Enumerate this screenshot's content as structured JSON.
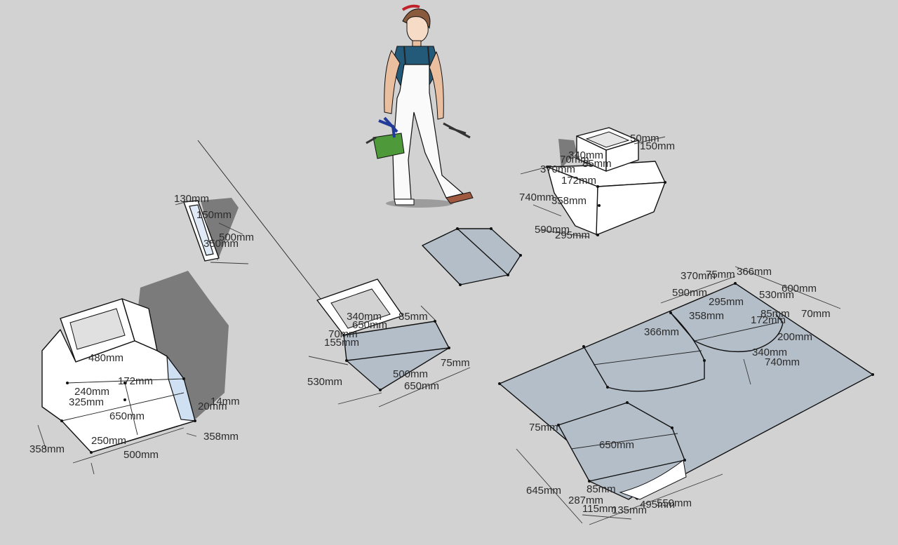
{
  "model": {
    "dimensions": {
      "rt_ctr": {
        "d1": "50mm",
        "d2": "150mm",
        "d3": "340mm",
        "d4": "70mm",
        "d5": "85mm",
        "d6": "370mm",
        "d7": "172mm",
        "d8": "740mm",
        "d9": "358mm",
        "d10": "590mm",
        "d11": "295mm"
      },
      "wedge": {
        "d1": "130mm",
        "d2": "150mm",
        "d3": "500mm",
        "d4": "350mm"
      },
      "left_unit": {
        "d1": "480mm",
        "d2": "240mm",
        "d3": "172mm",
        "d4": "325mm",
        "d5": "14mm",
        "d6": "20mm",
        "d7": "650mm",
        "d8": "250mm",
        "d9": "358mm",
        "d10": "500mm",
        "d11": "358mm"
      },
      "mid_hopper": {
        "d1": "340mm",
        "d2": "85mm",
        "d3": "650mm",
        "d4": "70mm",
        "d5": "155mm",
        "d6": "530mm",
        "d7": "500mm",
        "d8": "75mm",
        "d9": "650mm"
      },
      "big_sheet": {
        "d1": "370mm",
        "d2": "75mm",
        "d3": "366mm",
        "d4": "600mm",
        "d5": "590mm",
        "d6": "295mm",
        "d7": "530mm",
        "d8": "358mm",
        "d9": "85mm",
        "d10": "70mm",
        "d11": "172mm",
        "d12": "366mm",
        "d13": "200mm",
        "d14": "340mm",
        "d15": "740mm",
        "d16": "75mm",
        "d17": "650mm",
        "d18": "645mm",
        "d19": "85mm",
        "d20": "287mm",
        "d21": "495mm",
        "d22": "550mm",
        "d23": "115mm",
        "d24": "135mm"
      }
    }
  }
}
